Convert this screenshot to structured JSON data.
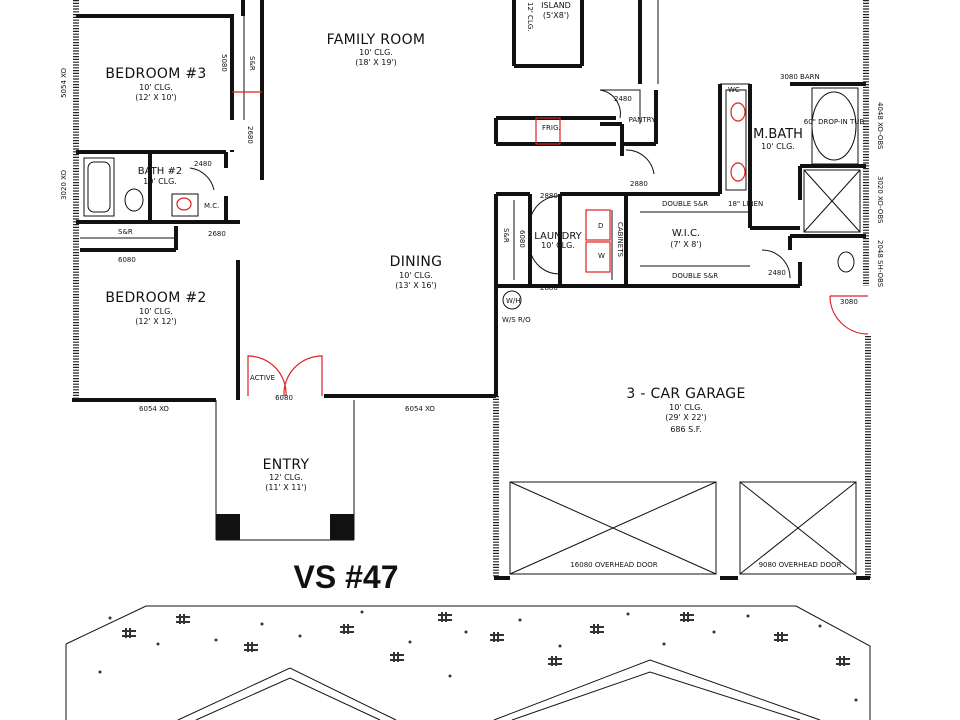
{
  "rooms": {
    "family_room": {
      "name": "FAMILY ROOM",
      "clg": "10' CLG.",
      "size": "(18' X 19')"
    },
    "island": {
      "name": "ISLAND",
      "size": "(5'X8')",
      "clg": "12' CLG."
    },
    "bedroom3": {
      "name": "BEDROOM #3",
      "clg": "10' CLG.",
      "size": "(12' X 10')"
    },
    "bath2": {
      "name": "BATH #2",
      "clg": "10' CLG."
    },
    "bedroom2": {
      "name": "BEDROOM #2",
      "clg": "10' CLG.",
      "size": "(12' X 12')"
    },
    "dining": {
      "name": "DINING",
      "clg": "10' CLG.",
      "size": "(13' X 16')"
    },
    "entry": {
      "name": "ENTRY",
      "clg": "12' CLG.",
      "size": "(11' X 11')"
    },
    "laundry": {
      "name": "LAUNDRY",
      "clg": "10' CLG."
    },
    "wic": {
      "name": "W.I.C.",
      "size": "(7' X 8')"
    },
    "mbath": {
      "name": "M.BATH",
      "clg": "10' CLG."
    },
    "garage": {
      "name": "3 - CAR GARAGE",
      "clg": "10' CLG.",
      "size": "(29' X 22')",
      "area": "686 S.F."
    },
    "pantry": {
      "name": "PANTRY"
    }
  },
  "labels": {
    "sr1": "S&R",
    "sr2": "S&R",
    "sr3": "S&R",
    "door_5080": "5080",
    "door_2680a": "2680",
    "door_2480a": "2480",
    "door_2680b": "2680",
    "door_6080": "6080",
    "door_6080b": "6080",
    "win_5054": "5054 XO",
    "win_3020": "3020 XO",
    "win_6054a": "6054 XO",
    "win_6054b": "6054 XO",
    "mc": "M.C.",
    "active": "ACTIVE",
    "door_2480b": "2480",
    "door_2880a": "2880",
    "door_2880b": "2880",
    "door_2880c": "2880",
    "frig": "FRIG.",
    "barn": "3080 BARN",
    "tub": "60\" DROP-IN TUB",
    "win_4048": "4048 XO-OBS",
    "win_3020b": "3020 XO-OBS",
    "win_2048": "2048 SH-OBS",
    "linen": "18\" LINEN",
    "double_sr1": "DOUBLE S&R",
    "double_sr2": "DOUBLE S&R",
    "door_2480c": "2480",
    "door_3080": "3080",
    "wh": "W/H",
    "ws": "W/S R/O",
    "cabinets": "CABINETS",
    "overhead1": "16080 OVERHEAD DOOR",
    "overhead2": "9080 OVERHEAD DOOR",
    "w": "W",
    "d": "D",
    "wc": "WC"
  },
  "plan_title": "VS #47"
}
